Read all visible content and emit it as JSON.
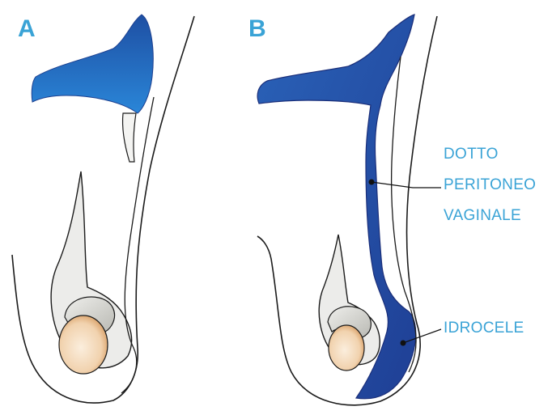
{
  "panels": {
    "a": {
      "letter": "A"
    },
    "b": {
      "letter": "B"
    }
  },
  "labels": {
    "duct": [
      "DOTTO",
      "PERITONEO",
      "VAGINALE"
    ],
    "hydrocele": "IDROCELE"
  },
  "colors": {
    "accent_text": "#3aa3d6",
    "fluid_light": "#2a72c6",
    "fluid_dark": "#1f3f95",
    "outline": "#1b1b1b",
    "testis_fill": "#f2d8b8",
    "testis_shade": "#d9a473",
    "epididymis_fill": "#d7d7d3",
    "tunica_fill": "#ececea"
  }
}
